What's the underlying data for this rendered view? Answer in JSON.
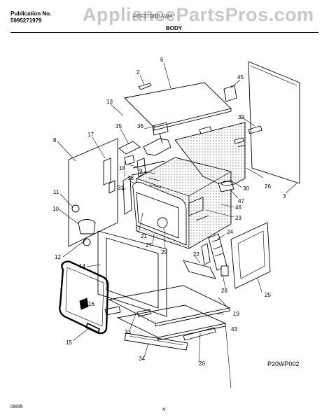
{
  "header": {
    "publication_label": "Publication No.",
    "publication_number": "5995271979",
    "model_text": "FEF379BBAWA",
    "section_title": "BODY",
    "watermark": "AppliancePartsPros.com"
  },
  "footer": {
    "date": "09/95",
    "page": "4",
    "diagram_code": "P20WP002"
  },
  "callouts": [
    "2",
    "6",
    "45",
    "13",
    "36",
    "35",
    "17",
    "8",
    "7",
    "9",
    "18",
    "18",
    "31",
    "11",
    "10",
    "12",
    "14",
    "16",
    "15",
    "33",
    "34",
    "20",
    "43",
    "19",
    "25",
    "28",
    "24",
    "22",
    "29",
    "27",
    "21",
    "23",
    "46",
    "47",
    "30",
    "26",
    "3",
    "39"
  ]
}
